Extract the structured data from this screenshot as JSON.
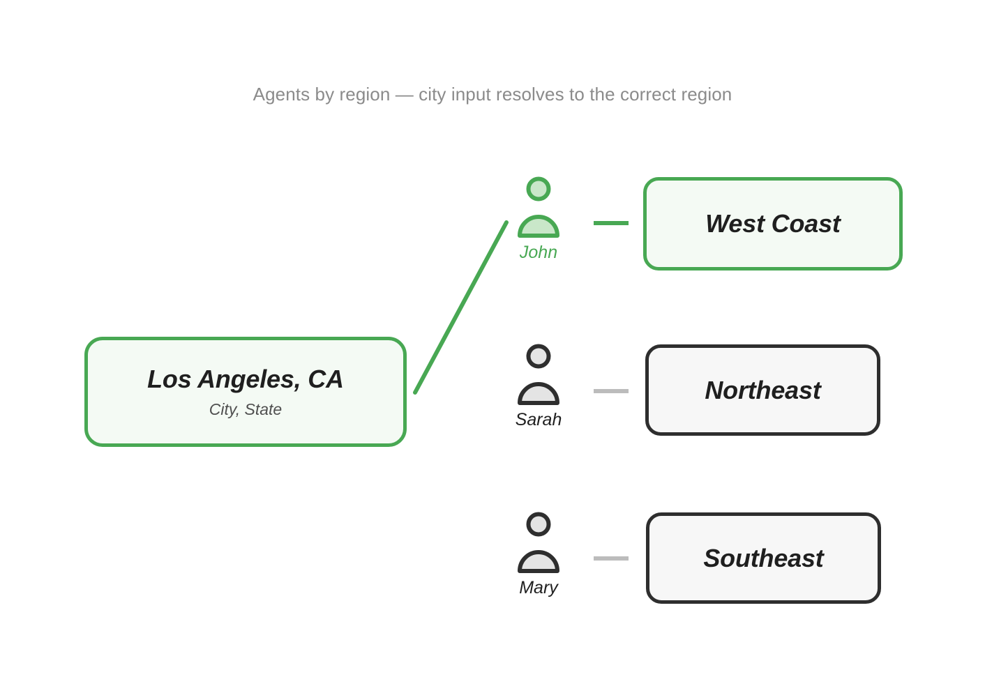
{
  "diagram": {
    "title": "Agents by region — city input resolves to the correct region",
    "colors": {
      "accent_green": "#48a853",
      "accent_green_fill": "#c9e7c9",
      "active_card_bg": "#f4faf4",
      "inactive_border": "#2e2e2e",
      "inactive_card_bg": "#f7f7f7",
      "inactive_connector": "#bcbcbc",
      "title_text": "#8b8b8b",
      "body_text": "#1f1f1f",
      "muted_text": "#4f4f4f"
    },
    "source_node": {
      "title": "Los Angeles, CA",
      "subtitle": "City, State",
      "state": "active"
    },
    "agents": [
      {
        "name": "John",
        "icon": "person-icon",
        "state": "active"
      },
      {
        "name": "Sarah",
        "icon": "person-icon",
        "state": "inactive"
      },
      {
        "name": "Mary",
        "icon": "person-icon",
        "state": "inactive"
      }
    ],
    "regions": [
      {
        "label": "West Coast",
        "state": "active"
      },
      {
        "label": "Northeast",
        "state": "inactive"
      },
      {
        "label": "Southeast",
        "state": "inactive"
      }
    ],
    "edges": [
      {
        "from": "Los Angeles, CA",
        "to": "John",
        "state": "active"
      },
      {
        "from": "John",
        "to": "West Coast",
        "state": "active"
      },
      {
        "from": "Sarah",
        "to": "Northeast",
        "state": "inactive"
      },
      {
        "from": "Mary",
        "to": "Southeast",
        "state": "inactive"
      }
    ]
  }
}
